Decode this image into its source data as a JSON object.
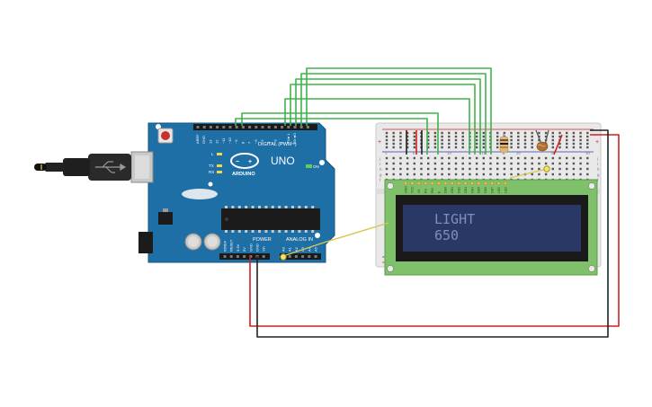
{
  "board": {
    "digital_label": "DIGITAL (PWM~)",
    "brand": "UNO",
    "logo_text": "ARDUINO",
    "power_label": "POWER",
    "analog_label": "ANALOG IN",
    "on_label": "ON",
    "tx_label": "TX",
    "rx_label": "RX",
    "l_label": "L",
    "aref_label": "AREF",
    "gnd_label": "GND",
    "power_pins": [
      "IOREF",
      "RESET",
      "3.3V",
      "5V",
      "GND",
      "GND",
      "Vin"
    ],
    "analog_pins": [
      "A0",
      "A1",
      "A2",
      "A3",
      "A4",
      "A5"
    ],
    "digital_pins": [
      "13",
      "12",
      "~11",
      "~10",
      "~9",
      "8",
      "7",
      "~6",
      "~5",
      "4",
      "~3",
      "2",
      "TX►1",
      "RX◄0"
    ]
  },
  "lcd": {
    "line1": "LIGHT",
    "line2": "650",
    "pins": [
      "GND",
      "VCC",
      "V0",
      "RS",
      "RW",
      "E",
      "DB0",
      "DB1",
      "DB2",
      "DB3",
      "DB4",
      "DB5",
      "DB6",
      "DB7",
      "LED",
      "LED"
    ]
  },
  "breadboard": {
    "col_numbers": [
      "1",
      "5",
      "10",
      "15",
      "20",
      "25",
      "30"
    ],
    "row_letters": [
      "a",
      "b",
      "c",
      "d",
      "e",
      "f",
      "g",
      "h",
      "i",
      "j"
    ]
  },
  "colors": {
    "board": "#1f6fa7",
    "lcd_pcb": "#7fc06a",
    "lcd_screen": "#2a3866",
    "wire_green": "#3fb34a",
    "wire_red": "#d11f1f",
    "wire_black": "#222222",
    "wire_yellow": "#d6c84c"
  }
}
